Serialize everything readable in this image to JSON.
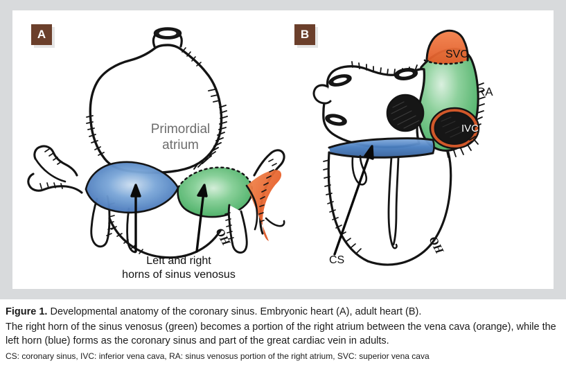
{
  "figure": {
    "frame_color": "#d8dadc",
    "canvas_color": "#ffffff",
    "panels": [
      {
        "id": "A",
        "badge_label": "A",
        "badge_color": "#6b3f2b",
        "subject": "Embryonic heart"
      },
      {
        "id": "B",
        "badge_label": "B",
        "badge_color": "#6b3f2b",
        "subject": "Adult heart"
      }
    ]
  },
  "panel_a": {
    "badge": "A",
    "primordial_atrium_label": "Primordial\natrium",
    "horns_label": "Left and right\nhorns of sinus venosus",
    "artist_signature": "OH",
    "regions": [
      {
        "name": "left-horn-sinus-venosus",
        "color": "#4a7fc1",
        "label": "left horn of sinus venosus"
      },
      {
        "name": "right-horn-sinus-venosus",
        "color": "#57b771",
        "label": "right horn of sinus venosus"
      },
      {
        "name": "vena-cava",
        "color": "#e8622c",
        "label": "vena cava"
      }
    ]
  },
  "panel_b": {
    "badge": "B",
    "svc_label": "SVC",
    "ra_label": "RA",
    "ivc_label": "IVC",
    "cs_label": "CS",
    "artist_signature": "OH",
    "regions": [
      {
        "name": "superior-vena-cava",
        "color": "#e8622c",
        "label": "SVC"
      },
      {
        "name": "right-atrium",
        "color": "#57b771",
        "label": "RA"
      },
      {
        "name": "inferior-vena-cava",
        "color": "#1b1b1b",
        "ring_color": "#d1582a",
        "label": "IVC"
      },
      {
        "name": "coronary-sinus",
        "color": "#4a7fc1",
        "label": "CS"
      }
    ]
  },
  "caption": {
    "figure_number": "Figure 1.",
    "title": " Developmental anatomy of the coronary sinus. Embryonic heart (A), adult heart (B).",
    "body": "The right horn of the sinus venosus (green) becomes a portion of the right atrium between the vena cava (orange), while the left horn (blue) forms as the coronary sinus and part of the great cardiac vein in adults.",
    "abbreviations": "CS: coronary sinus, IVC: inferior vena cava, RA: sinus venosus portion of the right atrium, SVC: superior vena cava"
  }
}
